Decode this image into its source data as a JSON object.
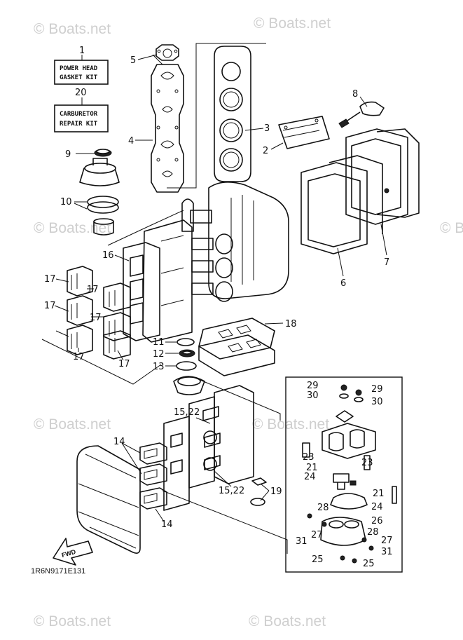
{
  "watermark": "© Boats.net",
  "kits": {
    "power_head": {
      "number": "1",
      "line1": "POWER HEAD",
      "line2": "GASKET KIT"
    },
    "carburetor": {
      "number": "20",
      "line1": "CARBURETOR",
      "line2": "REPAIR KIT"
    }
  },
  "callouts": {
    "c2": "2",
    "c3": "3",
    "c4": "4",
    "c5": "5",
    "c6": "6",
    "c7": "7",
    "c8": "8",
    "c9": "9",
    "c10": "10",
    "c11": "11",
    "c12": "12",
    "c13": "13",
    "c14a": "14",
    "c14b": "14",
    "c1522a": "15,22",
    "c1522b": "15,22",
    "c16": "16",
    "c17a": "17",
    "c17b": "17",
    "c17c": "17",
    "c17d": "17",
    "c17e": "17",
    "c17f": "17",
    "c18": "18",
    "c19": "19",
    "c21a": "21",
    "c21b": "21",
    "c23a": "23",
    "c23b": "23",
    "c24a": "24",
    "c24b": "24",
    "c25a": "25",
    "c25b": "25",
    "c26": "26",
    "c27a": "27",
    "c27b": "27",
    "c28a": "28",
    "c28b": "28",
    "c29a": "29",
    "c29b": "29",
    "c30a": "30",
    "c30b": "30",
    "c31a": "31",
    "c31b": "31"
  },
  "fwd_label": "FWD",
  "drawing_code": "1R6N9171E131"
}
